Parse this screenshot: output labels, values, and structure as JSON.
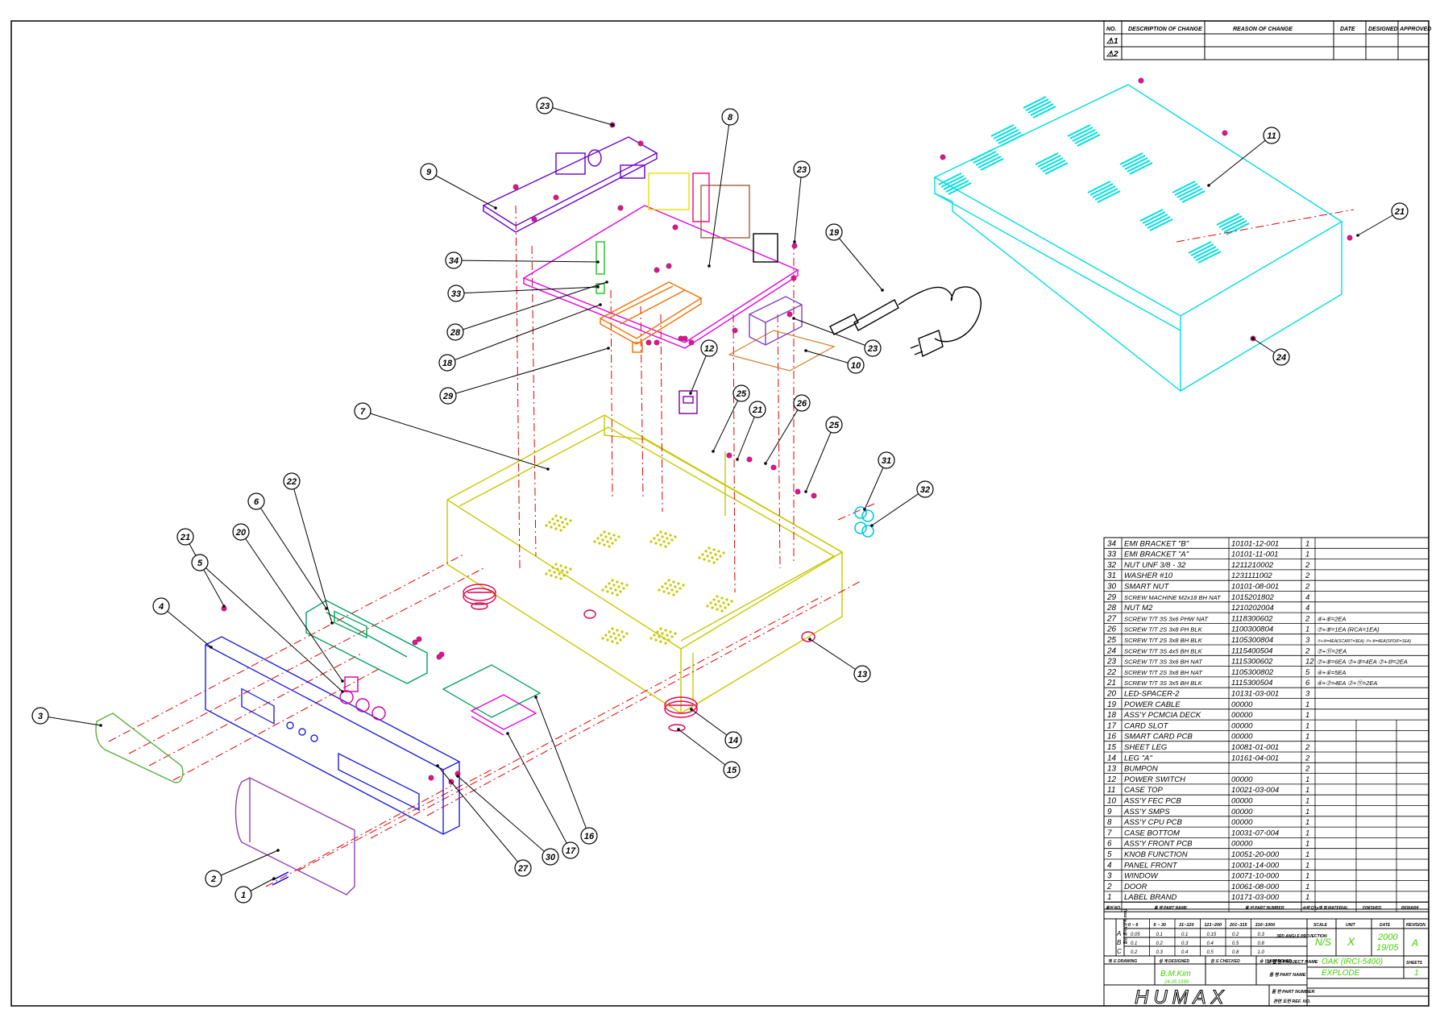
{
  "revision_table": {
    "headers": [
      "NO.",
      "DESCRIPTION OF CHANGE",
      "REASON OF CHANGE",
      "DATE",
      "DESIGNED",
      "APPROVED"
    ],
    "rows": [
      {
        "no": "⚠1"
      },
      {
        "no": "⚠2"
      }
    ]
  },
  "parts": [
    {
      "no": "34",
      "name": "EMI BRACKET \"B\"",
      "part_number": "10101-12-001",
      "qty": "1",
      "remark": ""
    },
    {
      "no": "33",
      "name": "EMI BRACKET \"A\"",
      "part_number": "10101-11-001",
      "qty": "1",
      "remark": ""
    },
    {
      "no": "32",
      "name": "NUT UNF 3/8 - 32",
      "part_number": "1211210002",
      "qty": "2",
      "remark": ""
    },
    {
      "no": "31",
      "name": "WASHER #10",
      "part_number": "1231111002",
      "qty": "2",
      "remark": ""
    },
    {
      "no": "30",
      "name": "SMART NUT",
      "part_number": "10101-08-001",
      "qty": "2",
      "remark": ""
    },
    {
      "no": "29",
      "name": "SCREW MACHINE M2x18 BH NAT",
      "part_number": "1015201802",
      "qty": "4",
      "remark": ""
    },
    {
      "no": "28",
      "name": "NUT M2",
      "part_number": "1210202004",
      "qty": "4",
      "remark": ""
    },
    {
      "no": "27",
      "name": "SCREW T/T 3S 3x6 PHW NAT",
      "part_number": "1118300602",
      "qty": "2",
      "remark": "④+⑥=2EA"
    },
    {
      "no": "26",
      "name": "SCREW T/T 2S 3x8 PH BLK",
      "part_number": "1100300804",
      "qty": "1",
      "remark": "⑦+⑧=1EA (RCA=1EA)"
    },
    {
      "no": "25",
      "name": "SCREW T/T 2S 3x8 BH BLK",
      "part_number": "1105300804",
      "qty": "3",
      "remark": "⑦+⑧=4EA(SCART=3EA) ⑦+⑧=4EA(SPDIF=1EA)"
    },
    {
      "no": "24",
      "name": "SCREW T/T 3S 4x5 BH BLK",
      "part_number": "1115400504",
      "qty": "2",
      "remark": "⑦+⑪=2EA"
    },
    {
      "no": "23",
      "name": "SCREW T/T 3S 3x6 BH NAT",
      "part_number": "1115300602",
      "qty": "12",
      "remark": "⑦+⑧=6EA ⑦+⑨=4EA ⑦+⑩=2EA"
    },
    {
      "no": "22",
      "name": "SCREW T/T 2S 3x8 BH NAT",
      "part_number": "1105300802",
      "qty": "5",
      "remark": "④+⑥=5EA"
    },
    {
      "no": "21",
      "name": "SCREW T/T 3S 3x5 BH BLK",
      "part_number": "1115300504",
      "qty": "6",
      "remark": "④+⑦=4EA ⑦+⑪=2EA"
    },
    {
      "no": "20",
      "name": "LED-SPACER-2",
      "part_number": "10131-03-001",
      "qty": "3",
      "remark": ""
    },
    {
      "no": "19",
      "name": "POWER CABLE",
      "part_number": "00000",
      "qty": "1",
      "remark": ""
    },
    {
      "no": "18",
      "name": "ASS'Y PCMCIA DECK",
      "part_number": "00000",
      "qty": "1",
      "remark": ""
    },
    {
      "no": "17",
      "name": "CARD SLOT",
      "part_number": "00000",
      "qty": "1",
      "remark": ""
    },
    {
      "no": "16",
      "name": "SMART CARD PCB",
      "part_number": "00000",
      "qty": "1",
      "remark": ""
    },
    {
      "no": "15",
      "name": "SHEET LEG",
      "part_number": "10081-01-001",
      "qty": "2",
      "remark": ""
    },
    {
      "no": "14",
      "name": "LEG \"A\"",
      "part_number": "10161-04-001",
      "qty": "2",
      "remark": ""
    },
    {
      "no": "13",
      "name": "BUMPON",
      "part_number": "",
      "qty": "2",
      "remark": ""
    },
    {
      "no": "12",
      "name": "POWER SWITCH",
      "part_number": "00000",
      "qty": "1",
      "remark": ""
    },
    {
      "no": "11",
      "name": "CASE TOP",
      "part_number": "10021-03-004",
      "qty": "1",
      "remark": ""
    },
    {
      "no": "10",
      "name": "ASS'Y FEC PCB",
      "part_number": "00000",
      "qty": "1",
      "remark": ""
    },
    {
      "no": "9",
      "name": "ASS'Y SMPS",
      "part_number": "00000",
      "qty": "1",
      "remark": ""
    },
    {
      "no": "8",
      "name": "ASS'Y CPU PCB",
      "part_number": "00000",
      "qty": "1",
      "remark": ""
    },
    {
      "no": "7",
      "name": "CASE BOTTOM",
      "part_number": "10031-07-004",
      "qty": "1",
      "remark": ""
    },
    {
      "no": "6",
      "name": "ASS'Y FRONT PCB",
      "part_number": "00000",
      "qty": "1",
      "remark": ""
    },
    {
      "no": "5",
      "name": "KNOB FUNCTION",
      "part_number": "10051-20-000",
      "qty": "1",
      "remark": ""
    },
    {
      "no": "4",
      "name": "PANEL FRONT",
      "part_number": "10001-14-000",
      "qty": "1",
      "remark": ""
    },
    {
      "no": "3",
      "name": "WINDOW",
      "part_number": "10071-10-000",
      "qty": "1",
      "remark": ""
    },
    {
      "no": "2",
      "name": "DOOR",
      "part_number": "10061-08-000",
      "qty": "1",
      "remark": ""
    },
    {
      "no": "1",
      "name": "LABEL BRAND",
      "part_number": "10171-03-000",
      "qty": "1",
      "remark": ""
    }
  ],
  "parts_header": {
    "no": "품번 NO.",
    "name": "품 명 PART NAME",
    "part_number": "품 번 PART NUMBER",
    "qty": "수량 Q'ty",
    "material": "재 질 MATERIAL",
    "finished": "FINISHED",
    "remark": "REMARK"
  },
  "tolerance": {
    "side_label": "일반 공차 (단위 mm)",
    "ranges": [
      "0 ~ 6",
      "6 ~ 30",
      "31~120",
      "121~200",
      "201~315",
      "316~1000"
    ],
    "rows": [
      {
        "grade": "A",
        "values": [
          "0.05",
          "0.1",
          "0.1",
          "0.15",
          "0.2",
          "0.3"
        ]
      },
      {
        "grade": "B",
        "values": [
          "0.1",
          "0.2",
          "0.3",
          "0.4",
          "0.5",
          "0.8"
        ]
      },
      {
        "grade": "C",
        "values": [
          "0.2",
          "0.3",
          "0.4",
          "0.5",
          "0.8",
          "1.0"
        ]
      }
    ]
  },
  "title_block": {
    "scale_label": "SCALE",
    "unit_label": "UNIT",
    "date_label": "DATE",
    "revision_label": "REVISION",
    "projection_label": "3RD ANGLE PROJECTION",
    "scale": "N/S",
    "unit": "X",
    "date_line1": "2000",
    "date_line2": "19/05",
    "revision": "A",
    "drawing_label": "제 도 DRAWING",
    "designed_label": "설 계 DESIGNED",
    "checked_label": "검 도 CHECKED",
    "approved_label": "승 인 APPROVED",
    "designer": "B.M.Kim",
    "designer_date": "24.05.1999",
    "project_name_label": "모 델 명 PROJECT NAME",
    "project_name": "OAK (IRCI-5400)",
    "part_name_label": "품 명 PART NAME",
    "part_name": "EXPLODE",
    "sheets_label": "SHEETS",
    "sheets": "1",
    "part_number_label": "품 번 PART NUMBER",
    "ref_no_label": "관련 도번 REF. NO.",
    "company": "HUMAX"
  },
  "callouts": [
    {
      "no": "1"
    },
    {
      "no": "2"
    },
    {
      "no": "3"
    },
    {
      "no": "4"
    },
    {
      "no": "5"
    },
    {
      "no": "6"
    },
    {
      "no": "7"
    },
    {
      "no": "8"
    },
    {
      "no": "9"
    },
    {
      "no": "10"
    },
    {
      "no": "11"
    },
    {
      "no": "12"
    },
    {
      "no": "13"
    },
    {
      "no": "14"
    },
    {
      "no": "15"
    },
    {
      "no": "16"
    },
    {
      "no": "17"
    },
    {
      "no": "18"
    },
    {
      "no": "19"
    },
    {
      "no": "20"
    },
    {
      "no": "21"
    },
    {
      "no": "21"
    },
    {
      "no": "21"
    },
    {
      "no": "22"
    },
    {
      "no": "23"
    },
    {
      "no": "23"
    },
    {
      "no": "23"
    },
    {
      "no": "24"
    },
    {
      "no": "25"
    },
    {
      "no": "25"
    },
    {
      "no": "26"
    },
    {
      "no": "27"
    },
    {
      "no": "28"
    },
    {
      "no": "29"
    },
    {
      "no": "30"
    },
    {
      "no": "31"
    },
    {
      "no": "32"
    },
    {
      "no": "33"
    },
    {
      "no": "34"
    }
  ],
  "colors": {
    "frame": "#000000",
    "case_top": "#00dede",
    "case_bottom": "#c8c800",
    "cpu_pcb": "#e000e0",
    "smps": "#6a00c8",
    "front_panel": "#2020e0",
    "front_pcb": "#00a060",
    "window": "#58b040",
    "door": "#9040b0",
    "fec_pcb": "#d08030",
    "pcmcia": "#f07000",
    "legs": "#e00050",
    "center_lines": "#e00000",
    "title_green": "#40d000"
  }
}
